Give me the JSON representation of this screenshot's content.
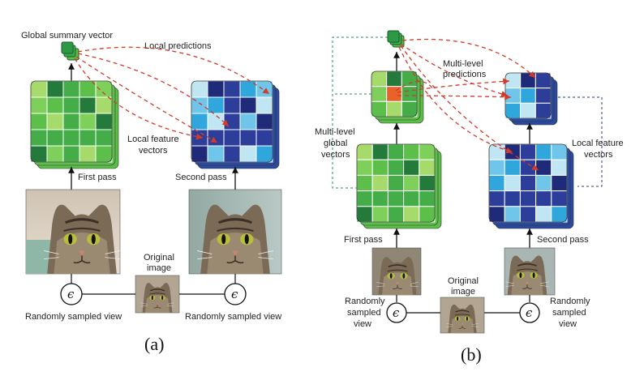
{
  "panel_a": {
    "caption": "(a)",
    "global_summary_vector": "Global summary vector",
    "local_predictions": "Local predictions",
    "local_feature_vectors_line1": "Local feature",
    "local_feature_vectors_line2": "vectors",
    "first_pass": "First pass",
    "second_pass": "Second pass",
    "original_image_line1": "Original",
    "original_image_line2": "image",
    "randomly_sampled_view_left": "Randomly sampled view",
    "randomly_sampled_view_right": "Randomly sampled view",
    "epsilon": "ϵ"
  },
  "panel_b": {
    "caption": "(b)",
    "multi_level_predictions_line1": "Multi-level",
    "multi_level_predictions_line2": "predictions",
    "multi_level_global_vectors_line1": "Multi-level",
    "multi_level_global_vectors_line2": "global",
    "multi_level_global_vectors_line3": "vectors",
    "local_feature_vectors_line1": "Local feature",
    "local_feature_vectors_line2": "vectors",
    "first_pass": "First pass",
    "second_pass": "Second pass",
    "original_image_line1": "Original",
    "original_image_line2": "image",
    "randomly_sampled_view_left_line1": "Randomly",
    "randomly_sampled_view_left_line2": "sampled",
    "randomly_sampled_view_left_line3": "view",
    "randomly_sampled_view_right_line1": "Randomly",
    "randomly_sampled_view_right_line2": "sampled",
    "randomly_sampled_view_right_line3": "view",
    "epsilon": "ϵ"
  },
  "colors": {
    "green_light": "#a6db6b",
    "green_mid": "#5cbf4a",
    "green_dark": "#237a3a",
    "blue_light": "#bfe6f2",
    "blue_mid": "#2fa6dc",
    "blue_dark": "#1f2a78",
    "prediction_arrow": "#d23a2a",
    "orange_cell": "#e9622a",
    "dashed_link": "#2a8a6a"
  }
}
